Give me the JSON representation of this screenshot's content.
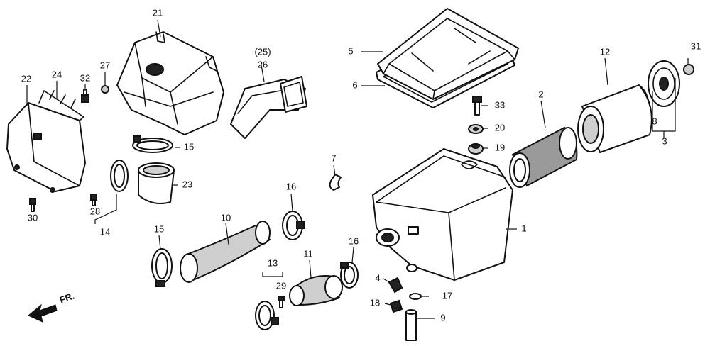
{
  "labels": {
    "p1": "1",
    "p2": "2",
    "p3": "3",
    "p4": "4",
    "p5": "5",
    "p6": "6",
    "p7": "7",
    "p8": "8",
    "p9": "9",
    "p10": "10",
    "p11": "11",
    "p12": "12",
    "p13": "13",
    "p14": "14",
    "p15a": "15",
    "p15b": "15",
    "p16a": "16",
    "p16b": "16",
    "p17": "17",
    "p18": "18",
    "p19": "19",
    "p20": "20",
    "p21": "21",
    "p22": "22",
    "p23": "23",
    "p24": "24",
    "p25": "(25)",
    "p26": "26",
    "p27": "27",
    "p28": "28",
    "p29": "29",
    "p30": "30",
    "p31": "31",
    "p32": "32",
    "p33": "33"
  },
  "front_indicator": "FR."
}
